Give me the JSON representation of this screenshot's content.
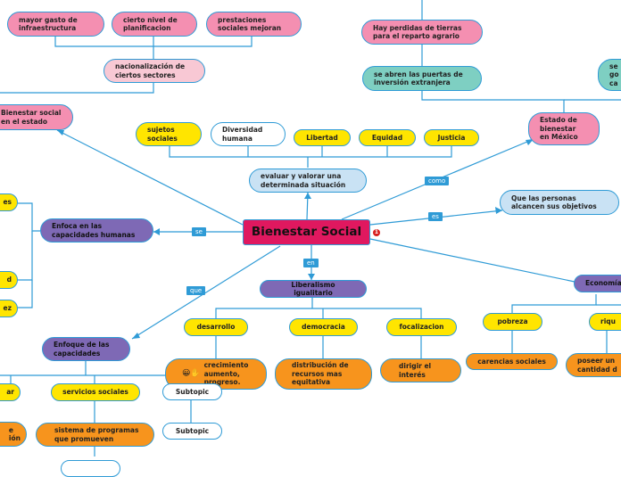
{
  "central": "Bienestar Social",
  "central_badge": "1",
  "left_branch": {
    "main": "Bienestar social\nen el estado",
    "nacionalizacion": "nacionalización de\nciertos sectores",
    "top": [
      "mayor gasto de\ninfraestructura",
      "cierto nivel de\nplanificacion",
      "prestaciones\nsociales mejoran"
    ]
  },
  "evaluar": {
    "node": "evaluar y valorar una\ndeterminada situación",
    "items": [
      "sujetos\nsociales",
      "Diversidad\nhumana",
      "Libertad",
      "Equidad",
      "Justicia"
    ]
  },
  "mexico": {
    "main": "Estado de\nbienestar\nen México",
    "tierras": "Hay perdidas de tierras\npara el reparto agrario",
    "inversion": "se abren las puertas de\ninversión extranjera",
    "cut": "se\ngo\nca"
  },
  "personas": "Que las personas\nalcancen sus objetivos",
  "enfoca": {
    "node": "Enfoca en las\ncapacidades humanas",
    "cut": [
      "es",
      "d",
      "ez"
    ]
  },
  "liberalismo": {
    "node": "Liberalismo igualitario",
    "items": [
      {
        "head": "desarrollo",
        "sub": "crecimiento\naumento,\nprogreso.",
        "emoji": "😀✋"
      },
      {
        "head": "democracia",
        "sub": "distribución de\nrecursos mas\nequitativa"
      },
      {
        "head": "focalizacion",
        "sub": "dirigir el\ninterés"
      }
    ]
  },
  "economia": {
    "node": "Economía",
    "pobreza": "pobreza",
    "carencias": "carencias sociales",
    "riqueza": "riqu",
    "poseer": "poseer un\ncantidad d"
  },
  "enfoque": {
    "node": "Enfoque de las\ncapacidades",
    "servicios": "servicios sociales",
    "sistema": "sistema de programas\nque promueven",
    "subtopics": [
      "Subtopic",
      "Subtopic"
    ],
    "cut_left": "ar",
    "cut_orange": "e\nión"
  },
  "link_labels": {
    "como": "como",
    "es": "es",
    "se": "se",
    "en": "en",
    "que": "que"
  }
}
